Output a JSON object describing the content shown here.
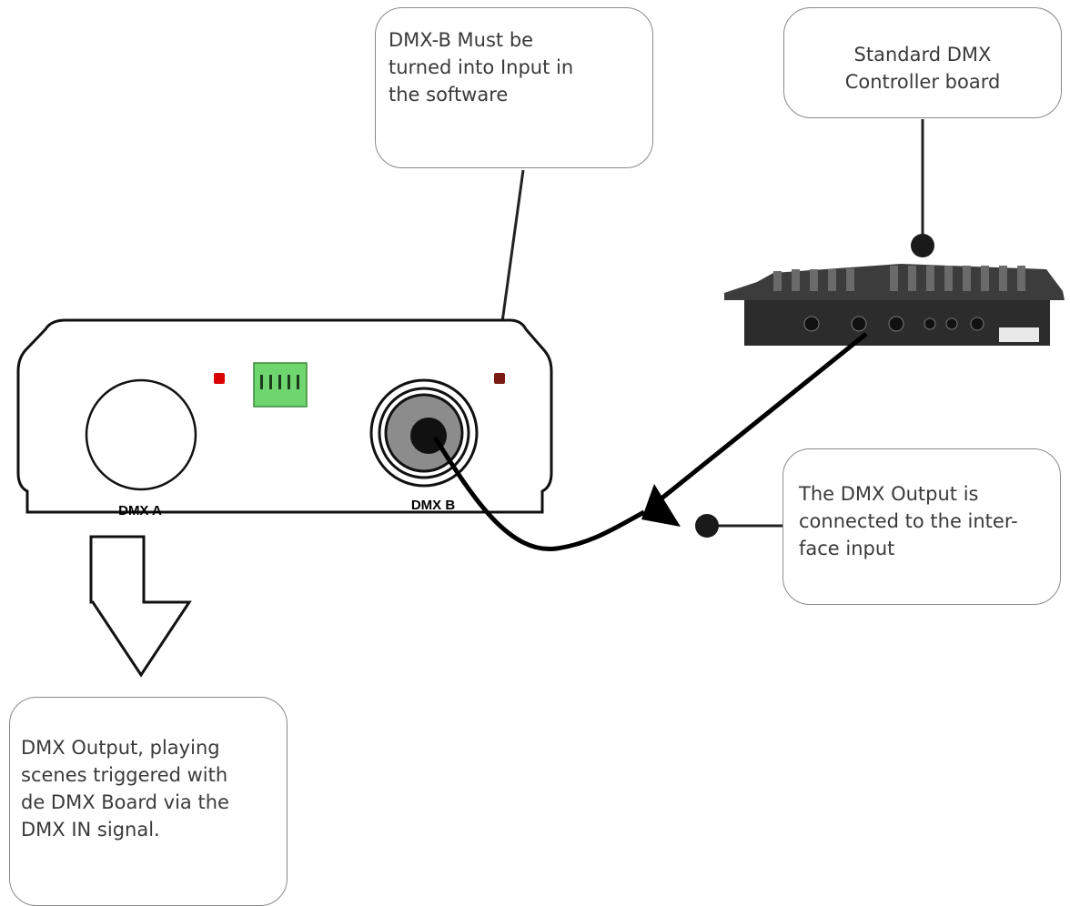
{
  "callouts": {
    "dmx_b_note": "DMX-B Must be\nturned into Input in\nthe software",
    "controller_note": "Standard DMX\nController board",
    "output_note": "The DMX Output is\nconnected to the inter-\nface input",
    "dmx_a_note": "DMX Output, playing\nscenes triggered with\nde DMX Board via the\nDMX IN signal."
  },
  "interface": {
    "port_a_label": "DMX A",
    "port_b_label": "DMX B"
  },
  "colors": {
    "callout_border": "#8a8a8a",
    "text": "#3a3a3a",
    "led_red": "#d80000",
    "led_dark_red": "#7a1a10",
    "terminal_green": "#6fd66f",
    "connector_gray": "#8c8c8c",
    "controller_body": "#2c2c2c"
  }
}
